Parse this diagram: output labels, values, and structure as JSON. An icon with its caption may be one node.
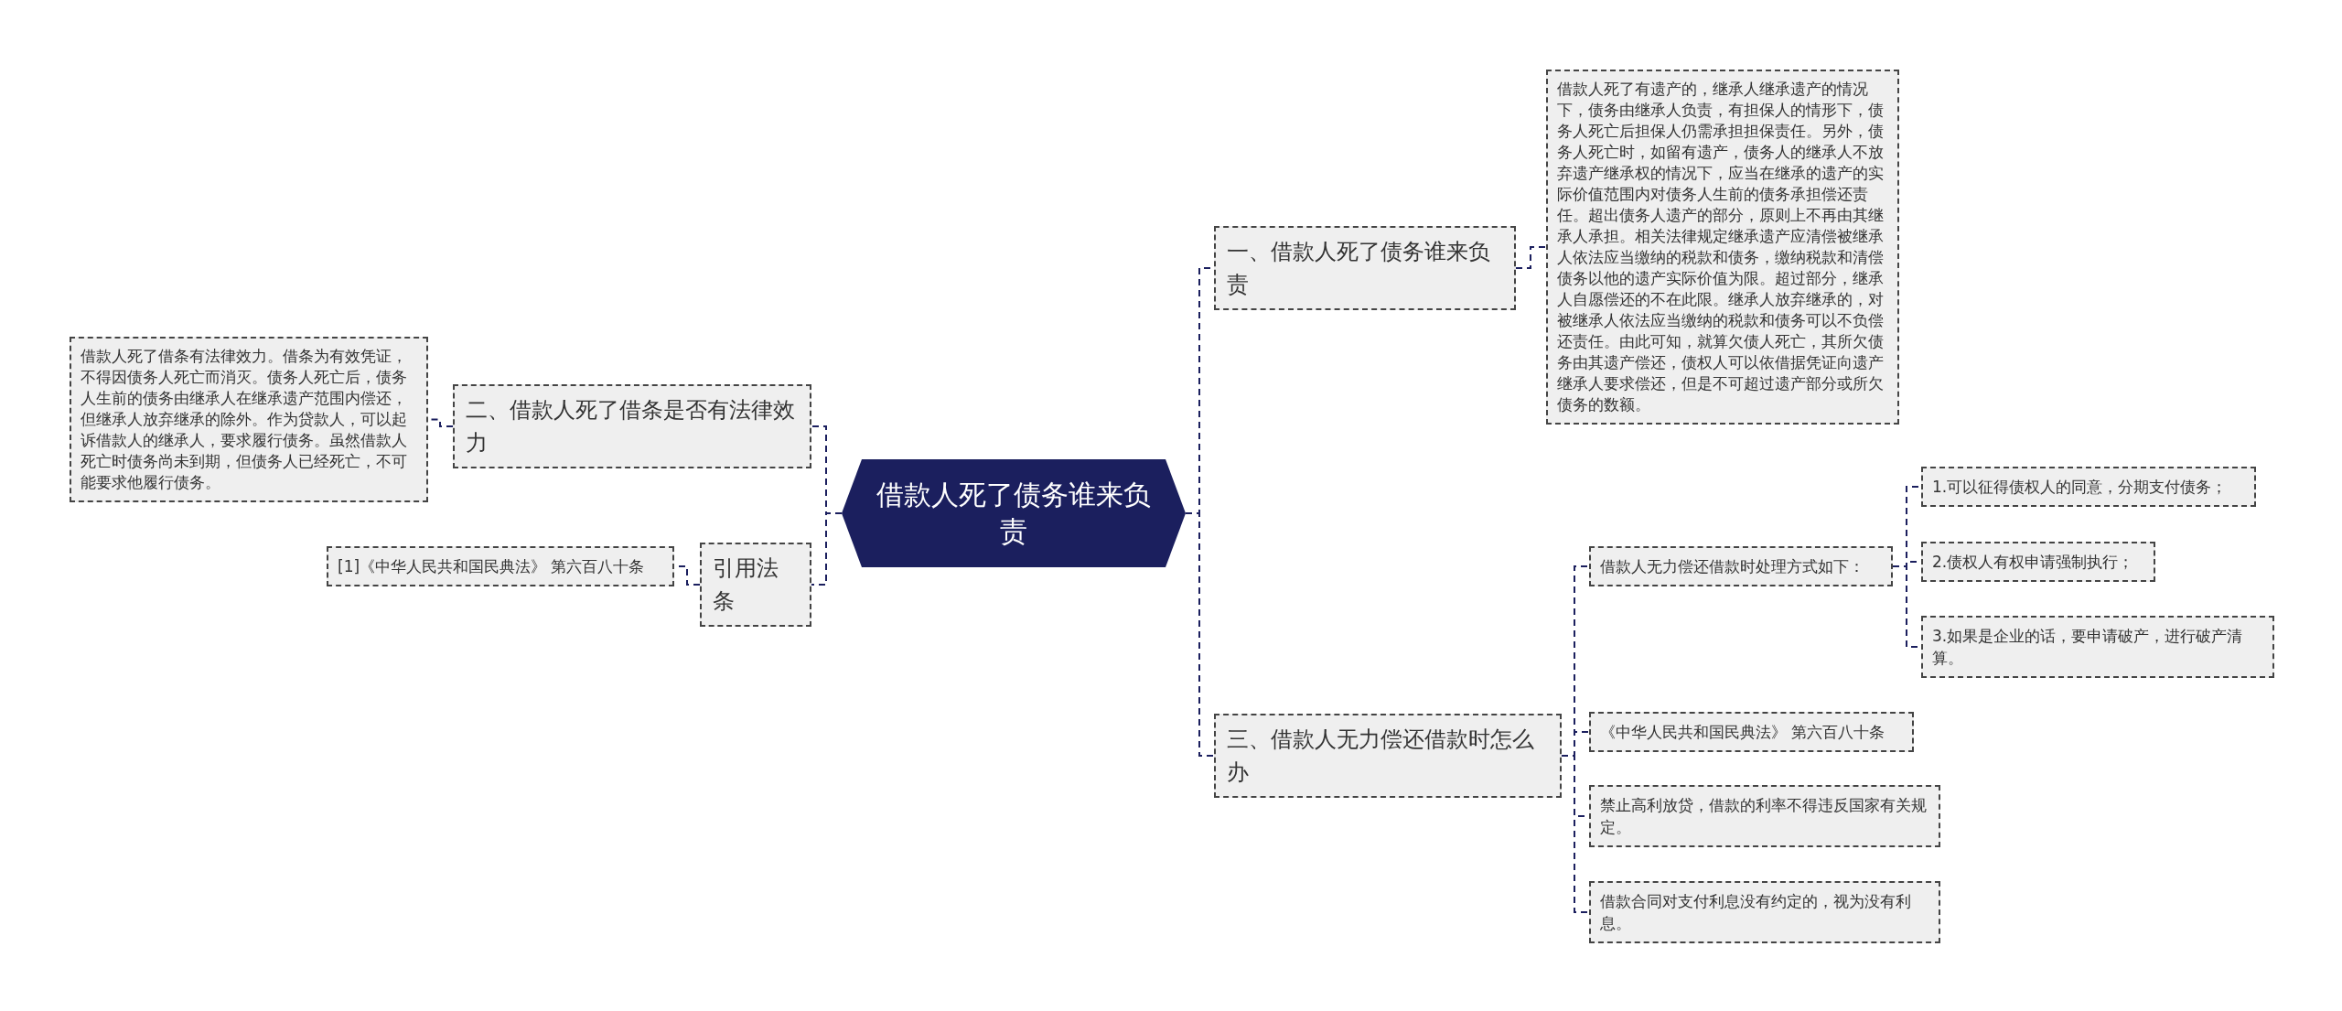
{
  "diagram": {
    "nodes": [
      {
        "text": [
          "借款人死了债务谁来负责"
        ]
      },
      {
        "text": [
          "一、借款人死了债务谁来负责"
        ]
      },
      {
        "text": [
          "借款人死了有遗产的，继承人继承遗产的情况下，债务由继承人负责，有担保人的情形下，债务人死亡后担保人仍需承担担保责任。另外，债务人死亡时，如留有遗产，债务人的继承人不放弃遗产继承权的情况下，应当在继承的遗产的实际价值范围内对债务人生前的债务承担偿还责任。超出债务人遗产的部分，原则上不再由其继承人承担。相关法律规定继承遗产应清偿被继承人依法应当缴纳的税款和债务，缴纳税款和清偿债务以他的遗产实际价值为限。超过部分，继承人自愿偿还的不在此限。继承人放弃继承的，对被继承人依法应当缴纳的税款和债务可以不负偿还责任。由此可知，就算欠债人死亡，其所欠债务由其遗产偿还，债权人可以依借据凭证向遗产继承人要求偿还，但是不可超过遗产部分或所欠债务的数额。"
        ]
      },
      {
        "text": [
          "二、借款人死了借条是否有法律效力"
        ]
      },
      {
        "text": [
          "借款人死了借条有法律效力。借条为有效凭证，不得因债务人死亡而消灭。债务人死亡后，债务人生前的债务由继承人在继承遗产范围内偿还，但继承人放弃继承的除外。作为贷款人，可以起诉借款人的继承人，要求履行债务。虽然借款人死亡时债务尚未到期，但债务人已经死亡，不可能要求他履行债务。"
        ]
      },
      {
        "text": [
          "引用法条"
        ]
      },
      {
        "text": [
          "[1]《中华人民共和国民典法》 第六百八十条"
        ]
      },
      {
        "text": [
          "三、借款人无力偿还借款时怎么办"
        ]
      },
      {
        "text": [
          "借款人无力偿还借款时处理方式如下："
        ]
      },
      {
        "text": [
          "1.可以征得债权人的同意，分期支付债务；"
        ]
      },
      {
        "text": [
          "2.债权人有权申请强制执行；"
        ]
      },
      {
        "text": [
          "3.如果是企业的话，要申请破产，进行破产清算。"
        ]
      },
      {
        "text": [
          "《中华人民共和国民典法》 第六百八十条"
        ]
      },
      {
        "text": [
          "禁止高利放贷，借款的利率不得违反国家有关规定。"
        ]
      },
      {
        "text": [
          "借款合同对支付利息没有约定的，视为没有利息。"
        ]
      }
    ],
    "edges": [
      {
        "from": 0,
        "to": 1,
        "arrow": "none",
        "style": "dashed"
      },
      {
        "from": 1,
        "to": 2,
        "arrow": "none",
        "style": "dashed"
      },
      {
        "from": 0,
        "to": 3,
        "arrow": "none",
        "style": "dashed"
      },
      {
        "from": 3,
        "to": 4,
        "arrow": "none",
        "style": "dashed"
      },
      {
        "from": 0,
        "to": 5,
        "arrow": "none",
        "style": "dashed"
      },
      {
        "from": 5,
        "to": 6,
        "arrow": "none",
        "style": "dashed"
      },
      {
        "from": 0,
        "to": 7,
        "arrow": "none",
        "style": "dashed"
      },
      {
        "from": 7,
        "to": 8,
        "arrow": "none",
        "style": "dashed"
      },
      {
        "from": 8,
        "to": 9,
        "arrow": "none",
        "style": "dashed"
      },
      {
        "from": 8,
        "to": 10,
        "arrow": "none",
        "style": "dashed"
      },
      {
        "from": 8,
        "to": 11,
        "arrow": "none",
        "style": "dashed"
      },
      {
        "from": 7,
        "to": 12,
        "arrow": "none",
        "style": "dashed"
      },
      {
        "from": 7,
        "to": 13,
        "arrow": "none",
        "style": "dashed"
      },
      {
        "from": 7,
        "to": 14,
        "arrow": "none",
        "style": "dashed"
      }
    ]
  }
}
